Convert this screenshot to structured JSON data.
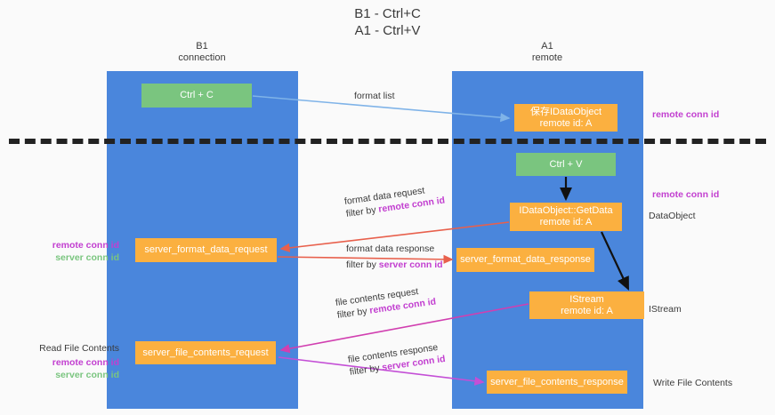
{
  "title": {
    "line1": "B1 - Ctrl+C",
    "line2": "A1 - Ctrl+V"
  },
  "lanes": [
    {
      "id": "b1",
      "name": "B1",
      "sub": "connection",
      "color": "#4a86dc"
    },
    {
      "id": "a1",
      "name": "A1",
      "sub": "remote",
      "color": "#4a86dc"
    }
  ],
  "boxes": {
    "ctrl_c": {
      "label": "Ctrl + C",
      "color": "#7ac57f"
    },
    "save_dataobject": {
      "line1": "保存IDataObject",
      "line2": "remote id: A",
      "color": "#fbb040"
    },
    "ctrl_v": {
      "label": "Ctrl + V",
      "color": "#7ac57f"
    },
    "getdata": {
      "line1": "IDataObject::GetData",
      "line2": "remote id: A",
      "color": "#fbb040"
    },
    "server_format_data_request": {
      "label": "server_format_data_request",
      "color": "#fbb040"
    },
    "server_format_data_response": {
      "label": "server_format_data_response",
      "color": "#fbb040"
    },
    "istream": {
      "line1": "IStream",
      "line2": "remote id: A",
      "color": "#fbb040"
    },
    "server_file_contents_request": {
      "label": "server_file_contents_request",
      "color": "#fbb040"
    },
    "server_file_contents_response": {
      "label": "server_file_contents_response",
      "color": "#fbb040"
    }
  },
  "edges": {
    "format_list": {
      "label": "format list",
      "color": "#7fb3e8"
    },
    "format_data_request": {
      "label": "format data request",
      "filter_prefix": "filter by ",
      "filter_key": "remote conn id",
      "color": "#e8604c"
    },
    "format_data_response": {
      "label": "format data response",
      "filter_prefix": "filter by ",
      "filter_key": "server conn id",
      "color": "#e8604c"
    },
    "file_contents_request": {
      "label": "file contents request",
      "filter_prefix": "filter by ",
      "filter_key": "remote conn id",
      "color": "#d13fb0"
    },
    "file_contents_response": {
      "label": "file contents response",
      "filter_prefix": "filter by ",
      "filter_key": "server conn id",
      "color": "#c44fd6"
    }
  },
  "annotations": {
    "right": {
      "remote_conn_id_top": "remote conn id",
      "remote_conn_id_mid": "remote conn id",
      "dataobject": "DataObject",
      "istream": "IStream",
      "write_file_contents": "Write File Contents"
    },
    "left": {
      "remote_conn_id_mid": "remote conn id",
      "server_conn_id_mid": "server conn id",
      "read_file_contents": "Read File Contents",
      "remote_conn_id_bottom": "remote conn id",
      "server_conn_id_bottom": "server conn id"
    }
  },
  "colors": {
    "lane_blue": "#4a86dc",
    "green": "#7ac57f",
    "orange": "#fbb040",
    "purple": "#c23fd0",
    "red_arrow": "#e8604c",
    "magenta_arrow": "#d13fb0",
    "light_blue_arrow": "#7fb3e8",
    "divider": "#222222",
    "text": "#3b3b3b",
    "background": "#fafafa"
  }
}
